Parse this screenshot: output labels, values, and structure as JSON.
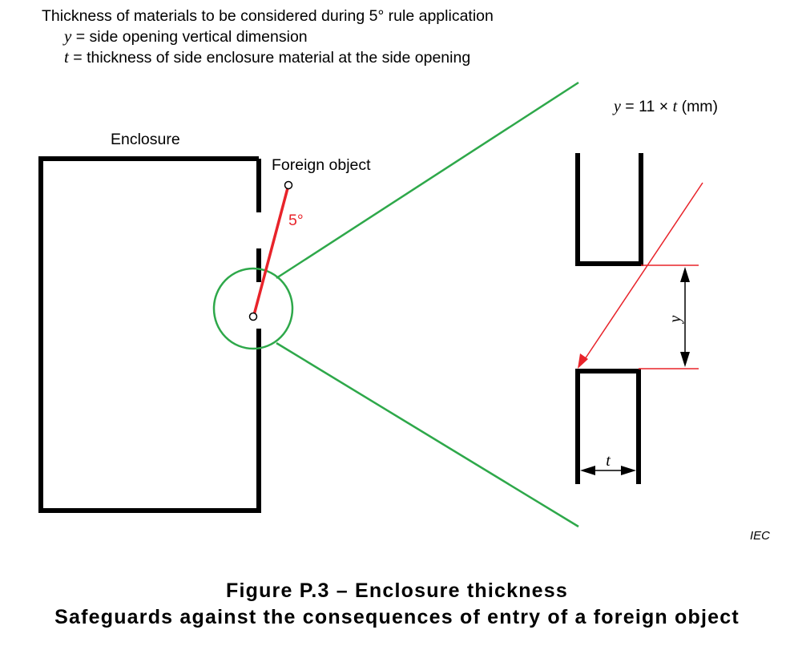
{
  "legend": {
    "heading": "Thickness of materials to be considered during 5° rule application",
    "y_symbol": "y",
    "y_text": " = side opening vertical dimension",
    "t_symbol": "t",
    "t_text": " = thickness of side enclosure material at the side opening"
  },
  "labels": {
    "enclosure": "Enclosure",
    "foreign_object": "Foreign object",
    "angle": "5°",
    "formula_y": "y",
    "formula_rest": " = 11 × ",
    "formula_t": "t",
    "formula_unit": " (mm)",
    "dim_y": "y",
    "dim_t": "t",
    "iec": "IEC"
  },
  "caption": {
    "line1": "Figure P.3 – Enclosure thickness",
    "line2": "Safeguards against the consequences of entry of a foreign object"
  },
  "colors": {
    "stroke": "#000000",
    "probe_red": "#e8232a",
    "zoom_green": "#2ea84a"
  }
}
